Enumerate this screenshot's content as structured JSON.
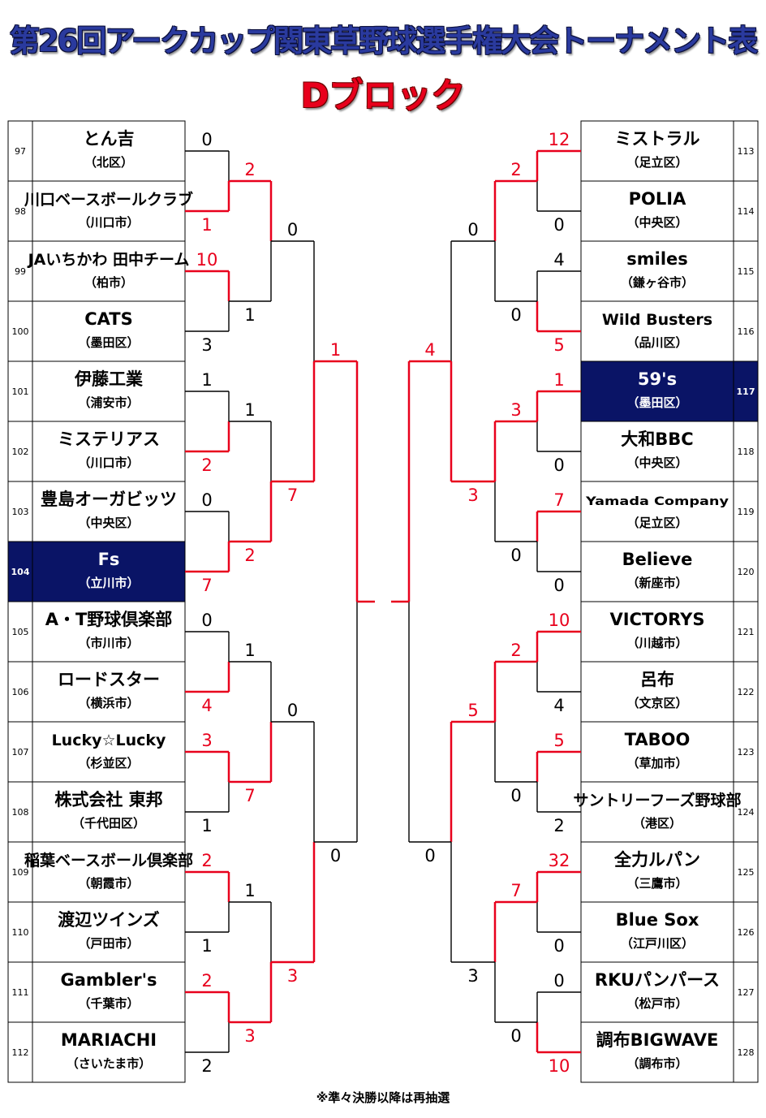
{
  "title": "第26回アークカップ関東草野球選手権大会トーナメント表",
  "subtitle": "Dブロック",
  "footnote": "※準々決勝以降は再抽選",
  "colors": {
    "navy": "#0a1466",
    "red": "#e8001c",
    "title_blue": "#2a3a9e"
  },
  "left_teams": [
    {
      "num": "97",
      "name": "とん吉",
      "loc": "（北区）"
    },
    {
      "num": "98",
      "name": "川口ベースボールクラブ",
      "loc": "（川口市）"
    },
    {
      "num": "99",
      "name": "JAいちかわ 田中チーム",
      "loc": "（柏市）"
    },
    {
      "num": "100",
      "name": "CATS",
      "loc": "（墨田区）"
    },
    {
      "num": "101",
      "name": "伊藤工業",
      "loc": "（浦安市）"
    },
    {
      "num": "102",
      "name": "ミステリアス",
      "loc": "（川口市）"
    },
    {
      "num": "103",
      "name": "豊島オーガビッツ",
      "loc": "（中央区）"
    },
    {
      "num": "104",
      "name": "Fs",
      "loc": "（立川市）",
      "highlight": true
    },
    {
      "num": "105",
      "name": "A・T野球倶楽部",
      "loc": "（市川市）"
    },
    {
      "num": "106",
      "name": "ロードスター",
      "loc": "（横浜市）"
    },
    {
      "num": "107",
      "name": "Lucky☆Lucky",
      "loc": "（杉並区）"
    },
    {
      "num": "108",
      "name": "株式会社 東邦",
      "loc": "（千代田区）"
    },
    {
      "num": "109",
      "name": "稲葉ベースボール倶楽部",
      "loc": "（朝霞市）"
    },
    {
      "num": "110",
      "name": "渡辺ツインズ",
      "loc": "（戸田市）"
    },
    {
      "num": "111",
      "name": "Gambler's",
      "loc": "（千葉市）"
    },
    {
      "num": "112",
      "name": "MARIACHI",
      "loc": "（さいたま市）"
    }
  ],
  "right_teams": [
    {
      "num": "113",
      "name": "ミストラル",
      "loc": "（足立区）"
    },
    {
      "num": "114",
      "name": "POLIA",
      "loc": "（中央区）"
    },
    {
      "num": "115",
      "name": "smiles",
      "loc": "（鎌ヶ谷市）"
    },
    {
      "num": "116",
      "name": "Wild Busters",
      "loc": "（品川区）"
    },
    {
      "num": "117",
      "name": "59's",
      "loc": "（墨田区）",
      "highlight": true
    },
    {
      "num": "118",
      "name": "大和BBC",
      "loc": "（中央区）"
    },
    {
      "num": "119",
      "name": "Yamada Company",
      "loc": "（足立区）"
    },
    {
      "num": "120",
      "name": "Believe",
      "loc": "（新座市）"
    },
    {
      "num": "121",
      "name": "VICTORYS",
      "loc": "（川越市）"
    },
    {
      "num": "122",
      "name": "呂布",
      "loc": "（文京区）"
    },
    {
      "num": "123",
      "name": "TABOO",
      "loc": "（草加市）"
    },
    {
      "num": "124",
      "name": "サントリーフーズ野球部",
      "loc": "（港区）"
    },
    {
      "num": "125",
      "name": "全力ルパン",
      "loc": "（三鷹市）"
    },
    {
      "num": "126",
      "name": "Blue Sox",
      "loc": "（江戸川区）"
    },
    {
      "num": "127",
      "name": "RKUパンパース",
      "loc": "（松戸市）"
    },
    {
      "num": "128",
      "name": "調布BIGWAVE",
      "loc": "（調布市）"
    }
  ],
  "left_r1": [
    {
      "top": "0",
      "bottom": "1",
      "winner": "bottom"
    },
    {
      "top": "10",
      "bottom": "3",
      "winner": "top"
    },
    {
      "top": "1",
      "bottom": "2",
      "winner": "bottom"
    },
    {
      "top": "0",
      "bottom": "7",
      "winner": "bottom"
    },
    {
      "top": "0",
      "bottom": "4",
      "winner": "bottom"
    },
    {
      "top": "3",
      "bottom": "1",
      "winner": "top"
    },
    {
      "top": "2",
      "bottom": "1",
      "winner": "top"
    },
    {
      "top": "2",
      "bottom": "2",
      "winner": "top"
    }
  ],
  "left_r2": [
    {
      "top": "2",
      "bottom": "1",
      "winner": "top"
    },
    {
      "top": "1",
      "bottom": "2",
      "winner": "bottom"
    },
    {
      "top": "1",
      "bottom": "7",
      "winner": "bottom"
    },
    {
      "top": "1",
      "bottom": "3",
      "winner": "bottom"
    }
  ],
  "left_r3": [
    {
      "top": "0",
      "bottom": "7",
      "winner": "bottom"
    },
    {
      "top": "0",
      "bottom": "3",
      "winner": "bottom"
    }
  ],
  "left_r4": {
    "top": "1",
    "bottom": "0",
    "winner": "top"
  },
  "right_r1": [
    {
      "top": "12",
      "bottom": "0",
      "winner": "top"
    },
    {
      "top": "4",
      "bottom": "5",
      "winner": "bottom"
    },
    {
      "top": "1",
      "bottom": "0",
      "winner": "top"
    },
    {
      "top": "7",
      "bottom": "0",
      "winner": "top"
    },
    {
      "top": "10",
      "bottom": "4",
      "winner": "top"
    },
    {
      "top": "5",
      "bottom": "2",
      "winner": "top"
    },
    {
      "top": "32",
      "bottom": "0",
      "winner": "top"
    },
    {
      "top": "0",
      "bottom": "10",
      "winner": "bottom"
    }
  ],
  "right_r2": [
    {
      "top": "2",
      "bottom": "0",
      "winner": "top"
    },
    {
      "top": "3",
      "bottom": "0",
      "winner": "top"
    },
    {
      "top": "2",
      "bottom": "0",
      "winner": "top"
    },
    {
      "top": "7",
      "bottom": "0",
      "winner": "top"
    }
  ],
  "right_r3": [
    {
      "top": "0",
      "bottom": "3",
      "winner": "bottom"
    },
    {
      "top": "5",
      "bottom": "3",
      "winner": "top"
    }
  ],
  "right_r4": {
    "top": "4",
    "bottom": "0",
    "winner": "top"
  }
}
